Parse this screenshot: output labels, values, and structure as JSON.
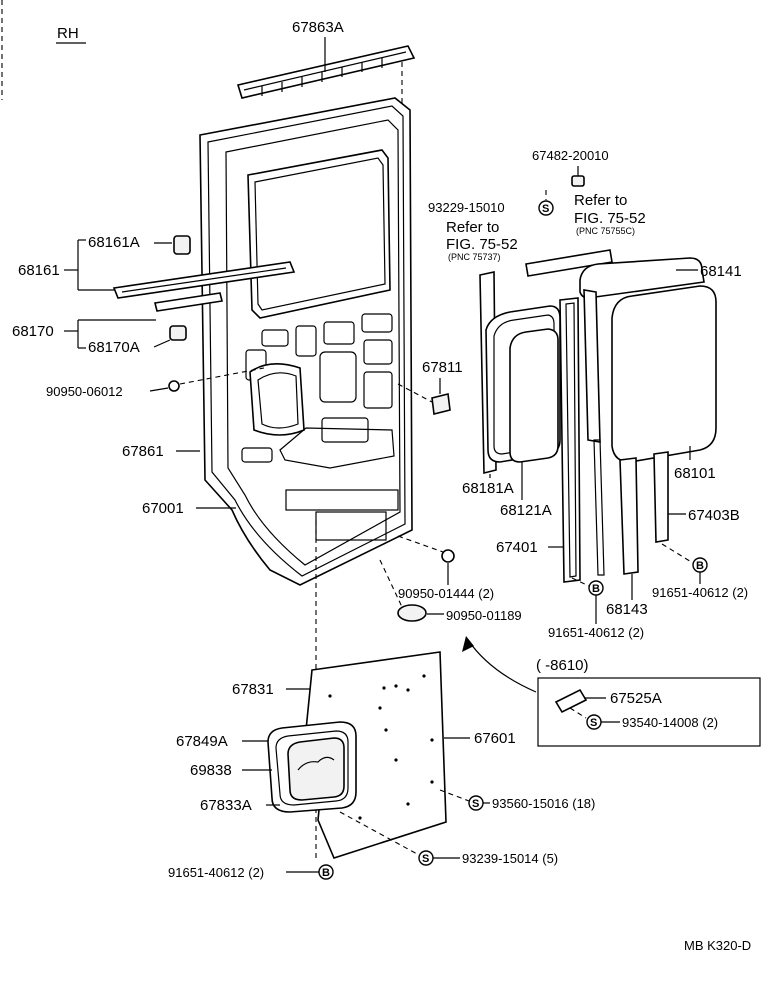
{
  "header": {
    "side": "RH",
    "footer_code": "MB K320-D"
  },
  "labels": {
    "p67863A": "67863A",
    "p68161A": "68161A",
    "p68161": "68161",
    "p68170": "68170",
    "p68170A": "68170A",
    "p90950_06012": "90950-06012",
    "p67811": "67811",
    "p67861": "67861",
    "p67001": "67001",
    "p90950_01444": "90950-01444 (2)",
    "p90950_01189": "90950-01189",
    "p67482": "67482-20010",
    "p93229": "93229-15010",
    "ref1_a": "Refer to",
    "ref1_b": "FIG. 75-52",
    "ref1_c": "(PNC 75737)",
    "ref2_a": "Refer to",
    "ref2_b": "FIG. 75-52",
    "ref2_c": "(PNC 75755C)",
    "p68141": "68141",
    "p68101": "68101",
    "p68181A": "68181A",
    "p68121A": "68121A",
    "p67403B": "67403B",
    "p67401": "67401",
    "p91651_r": "91651-40612 (2)",
    "p68143": "68143",
    "p91651_m": "91651-40612 (2)",
    "inset_range": "(     -8610)",
    "p67525A": "67525A",
    "p93540": "93540-14008 (2)",
    "p67831": "67831",
    "p67601": "67601",
    "p67849A": "67849A",
    "p69838": "69838",
    "p67833A": "67833A",
    "p93560": "93560-15016 (18)",
    "p93239": "93239-15014 (5)",
    "p91651_b": "91651-40612 (2)"
  },
  "symbols": {
    "s": "S",
    "b": "B"
  }
}
